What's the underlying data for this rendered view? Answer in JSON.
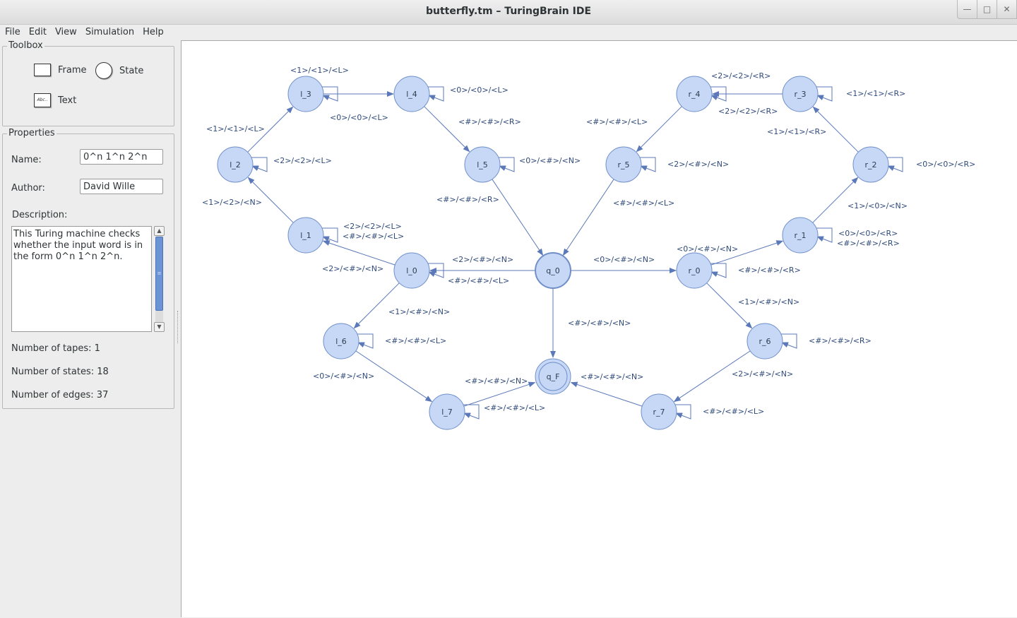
{
  "window": {
    "title": "butterfly.tm – TuringBrain IDE",
    "controls": [
      "minimize-icon",
      "maximize-icon",
      "close-icon"
    ]
  },
  "menubar": {
    "items": [
      "File",
      "Edit",
      "View",
      "Simulation",
      "Help"
    ]
  },
  "toolbox": {
    "title": "Toolbox",
    "tools": [
      {
        "label": "Frame",
        "icon": "frame-icon"
      },
      {
        "label": "State",
        "icon": "state-icon"
      },
      {
        "label": "Text",
        "icon": "text-icon",
        "icon_text": "Abc.."
      }
    ]
  },
  "properties": {
    "title": "Properties",
    "name_label": "Name:",
    "name_value": "0^n 1^n 2^n",
    "author_label": "Author:",
    "author_value": "David Wille",
    "description_label": "Description:",
    "description_value": "This Turing machine checks whether the input word is in the form 0^n 1^n 2^n.",
    "tapes": "Number of tapes: 1",
    "states": "Number of states: 18",
    "edges": "Number of edges: 37"
  },
  "diagram": {
    "colors": {
      "state_fill": "#c6d8f5",
      "state_stroke": "#6f8fc9",
      "edge": "#5b79b8",
      "label": "#2f4a7a"
    },
    "states": [
      "l_3",
      "l_4",
      "l_2",
      "l_5",
      "l_1",
      "l_0",
      "q_0",
      "r_0",
      "r_1",
      "r_2",
      "r_3",
      "r_4",
      "r_5",
      "l_6",
      "l_7",
      "q_F",
      "r_6",
      "r_7"
    ],
    "initial_state": "q_0",
    "final_state": "q_F",
    "edges": [
      {
        "from": "l_3",
        "to": "l_3",
        "label": "<1>/<1>/<L>"
      },
      {
        "from": "l_3",
        "to": "l_4",
        "label": "<0>/<0>/<L>"
      },
      {
        "from": "l_4",
        "to": "l_4",
        "label": "<0>/<0>/<L>"
      },
      {
        "from": "l_4",
        "to": "l_5",
        "label": "<#>/<#>/<R>"
      },
      {
        "from": "l_2",
        "to": "l_3",
        "label": "<1>/<1>/<L>"
      },
      {
        "from": "l_2",
        "to": "l_2",
        "label": "<2>/<2>/<L>"
      },
      {
        "from": "l_1",
        "to": "l_2",
        "label": "<1>/<2>/<N>"
      },
      {
        "from": "l_1",
        "to": "l_1",
        "label": "<2>/<2>/<L>"
      },
      {
        "from": "l_1",
        "to": "l_1",
        "label": "<#>/<#>/<L>"
      },
      {
        "from": "l_0",
        "to": "l_1",
        "label": "<2>/<#>/<N>"
      },
      {
        "from": "l_5",
        "to": "l_5",
        "label": "<0>/<#>/<N>"
      },
      {
        "from": "l_5",
        "to": "q_0",
        "label": "<#>/<#>/<R>"
      },
      {
        "from": "q_0",
        "to": "l_0",
        "label": "<2>/<#>/<N>"
      },
      {
        "from": "l_0",
        "to": "l_0",
        "label": "<#>/<#>/<L>"
      },
      {
        "from": "l_0",
        "to": "l_6",
        "label": "<1>/<#>/<N>"
      },
      {
        "from": "l_6",
        "to": "l_6",
        "label": "<#>/<#>/<L>"
      },
      {
        "from": "l_6",
        "to": "l_7",
        "label": "<0>/<#>/<N>"
      },
      {
        "from": "l_7",
        "to": "q_F",
        "label": "<#>/<#>/<N>"
      },
      {
        "from": "l_7",
        "to": "l_7",
        "label": "<#>/<#>/<L>"
      },
      {
        "from": "q_0",
        "to": "q_F",
        "label": "<#>/<#>/<N>"
      },
      {
        "from": "q_0",
        "to": "r_0",
        "label": "<0>/<#>/<N>"
      },
      {
        "from": "r_0",
        "to": "r_1",
        "label": "<0>/<#>/<N>"
      },
      {
        "from": "r_0",
        "to": "r_0",
        "label": "<#>/<#>/<R>"
      },
      {
        "from": "r_1",
        "to": "r_1",
        "label": "<0>/<0>/<R>"
      },
      {
        "from": "r_1",
        "to": "r_1",
        "label": "<#>/<#>/<R>"
      },
      {
        "from": "r_1",
        "to": "r_2",
        "label": "<1>/<0>/<N>"
      },
      {
        "from": "r_2",
        "to": "r_2",
        "label": "<0>/<0>/<R>"
      },
      {
        "from": "r_2",
        "to": "r_3",
        "label": "<1>/<1>/<R>"
      },
      {
        "from": "r_3",
        "to": "r_3",
        "label": "<1>/<1>/<R>"
      },
      {
        "from": "r_3",
        "to": "r_4",
        "label": "<2>/<2>/<R>"
      },
      {
        "from": "r_4",
        "to": "r_4",
        "label": "<2>/<2>/<R>"
      },
      {
        "from": "r_4",
        "to": "r_5",
        "label": "<#>/<#>/<L>"
      },
      {
        "from": "r_5",
        "to": "r_5",
        "label": "<2>/<#>/<N>"
      },
      {
        "from": "r_5",
        "to": "q_0",
        "label": "<#>/<#>/<L>"
      },
      {
        "from": "r_0",
        "to": "r_6",
        "label": "<1>/<#>/<N>"
      },
      {
        "from": "r_6",
        "to": "r_6",
        "label": "<#>/<#>/<R>"
      },
      {
        "from": "r_6",
        "to": "r_7",
        "label": "<2>/<#>/<N>"
      },
      {
        "from": "r_7",
        "to": "r_7",
        "label": "<#>/<#>/<L>"
      },
      {
        "from": "r_7",
        "to": "q_F",
        "label": "<#>/<#>/<N>"
      }
    ]
  }
}
